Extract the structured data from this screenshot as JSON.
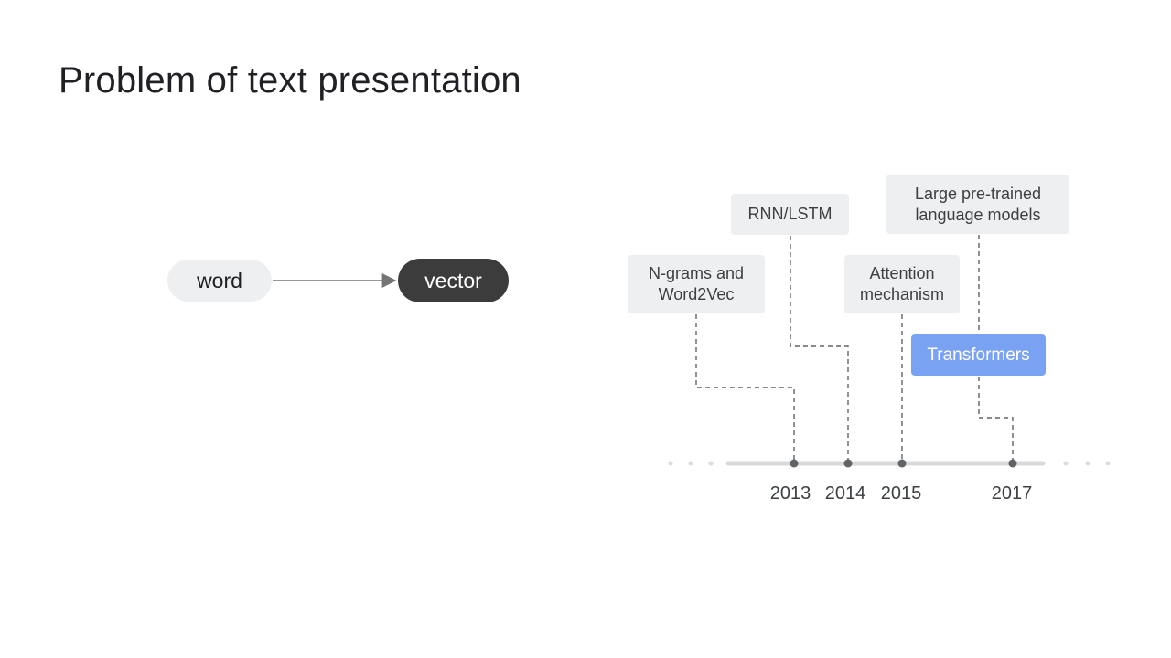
{
  "slide": {
    "title": "Problem of text presentation"
  },
  "mapping": {
    "from_label": "word",
    "to_label": "vector"
  },
  "timeline": {
    "events": [
      {
        "label": "N-grams and\nWord2Vec",
        "year": "2013"
      },
      {
        "label": "RNN/LSTM",
        "year": "2014"
      },
      {
        "label": "Attention\nmechanism",
        "year": "2015"
      },
      {
        "label": "Large pre-trained\nlanguage models",
        "year": "2017"
      },
      {
        "label": "Transformers",
        "year": "2017"
      }
    ],
    "years": [
      "2013",
      "2014",
      "2015",
      "2017"
    ],
    "colors": {
      "highlight": "#7aa2f2",
      "box": "#eeeff1",
      "axis": "#d9d9d9",
      "connector": "#5f6368"
    }
  }
}
